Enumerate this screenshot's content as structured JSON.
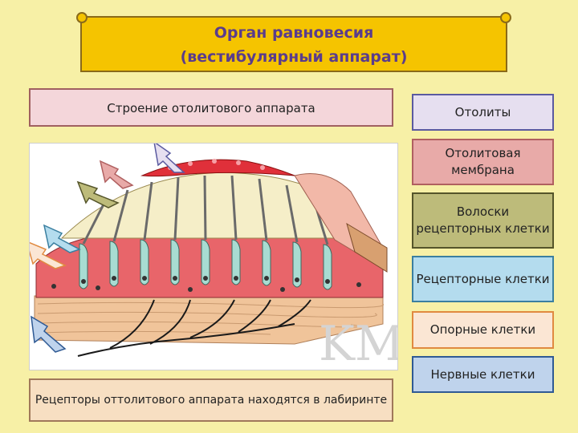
{
  "header": {
    "line1": "Орган равновесия",
    "line2": "(вестибулярный аппарат)"
  },
  "section_title": "Строение отолитового аппарата",
  "footer_text": "Рецепторы оттолитового аппарата находятся в лабиринте",
  "legend": [
    {
      "label": "Отолиты",
      "color": "#e6dff0"
    },
    {
      "label": "Отолитовая мембрана",
      "color": "#e8aaa8"
    },
    {
      "label": "Волоски рецепторных клетки",
      "color": "#bdbb7a"
    },
    {
      "label": "Рецепторные клетки",
      "color": "#b4dcee"
    },
    {
      "label": "Опорные клетки",
      "color": "#fbe6d4"
    },
    {
      "label": "Нервные клетки",
      "color": "#bfd3ec"
    }
  ]
}
